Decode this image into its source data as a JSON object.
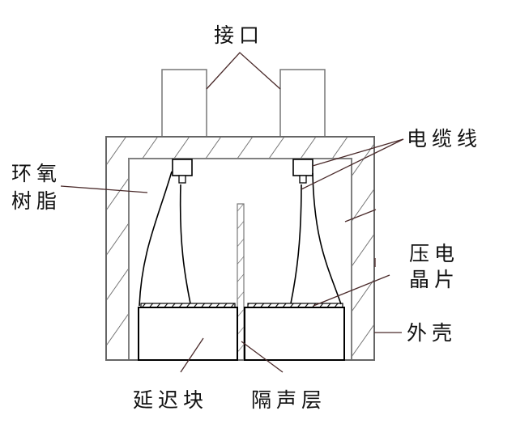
{
  "labels": {
    "interface": "接口",
    "cable": "电缆线",
    "epoxy_line1": "环氧",
    "epoxy_line2": "树脂",
    "piezo_line1": "压电",
    "piezo_line2": "晶片",
    "shell": "外壳",
    "delay_block": "延迟块",
    "sound_insulation": "隔声层"
  },
  "colors": {
    "outline": "#666666",
    "stroke": "#000000",
    "leader": "#4a2a2a"
  }
}
